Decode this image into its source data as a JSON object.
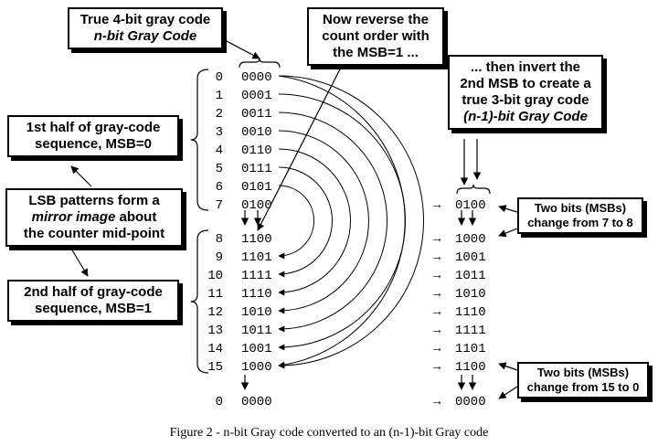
{
  "callouts": {
    "true4bit": {
      "line1": "True 4-bit gray code",
      "line2": "n-bit Gray Code"
    },
    "reverse": {
      "line1": "Now reverse the",
      "line2": "count order with",
      "line3": "the MSB=1 ..."
    },
    "invert": {
      "line1": "... then invert the",
      "line2": "2nd MSB to create a",
      "line3": "true 3-bit gray code",
      "line4": "(n-1)-bit Gray Code"
    },
    "first_half": {
      "line1": "1st half of gray-code",
      "line2": "sequence, MSB=0"
    },
    "mirror": {
      "line1": "LSB patterns form a",
      "line2": "mirror image",
      "line2_rest": " about",
      "line3": "the counter mid-point"
    },
    "second_half": {
      "line1": "2nd half of gray-code",
      "line2": "sequence, MSB=1"
    },
    "two_bits_7_8": {
      "line1": "Two bits (MSBs)",
      "line2": "change from 7 to 8"
    },
    "two_bits_15_0": {
      "line1": "Two bits (MSBs)",
      "line2": "change from 15 to 0"
    }
  },
  "left_column": [
    {
      "index": "0",
      "code": "0000"
    },
    {
      "index": "1",
      "code": "0001"
    },
    {
      "index": "2",
      "code": "0011"
    },
    {
      "index": "3",
      "code": "0010"
    },
    {
      "index": "4",
      "code": "0110"
    },
    {
      "index": "5",
      "code": "0111"
    },
    {
      "index": "6",
      "code": "0101"
    },
    {
      "index": "7",
      "code": "0100"
    },
    {
      "index": "8",
      "code": "1100"
    },
    {
      "index": "9",
      "code": "1101"
    },
    {
      "index": "10",
      "code": "1111"
    },
    {
      "index": "11",
      "code": "1110"
    },
    {
      "index": "12",
      "code": "1010"
    },
    {
      "index": "13",
      "code": "1011"
    },
    {
      "index": "14",
      "code": "1001"
    },
    {
      "index": "15",
      "code": "1000"
    },
    {
      "index": "0",
      "code": "0000"
    }
  ],
  "right_column": [
    "0100",
    "1000",
    "1001",
    "1011",
    "1010",
    "1110",
    "1111",
    "1101",
    "1100",
    "0000"
  ],
  "caption": "Figure 2 - n-bit Gray code converted to an (n-1)-bit Gray code"
}
